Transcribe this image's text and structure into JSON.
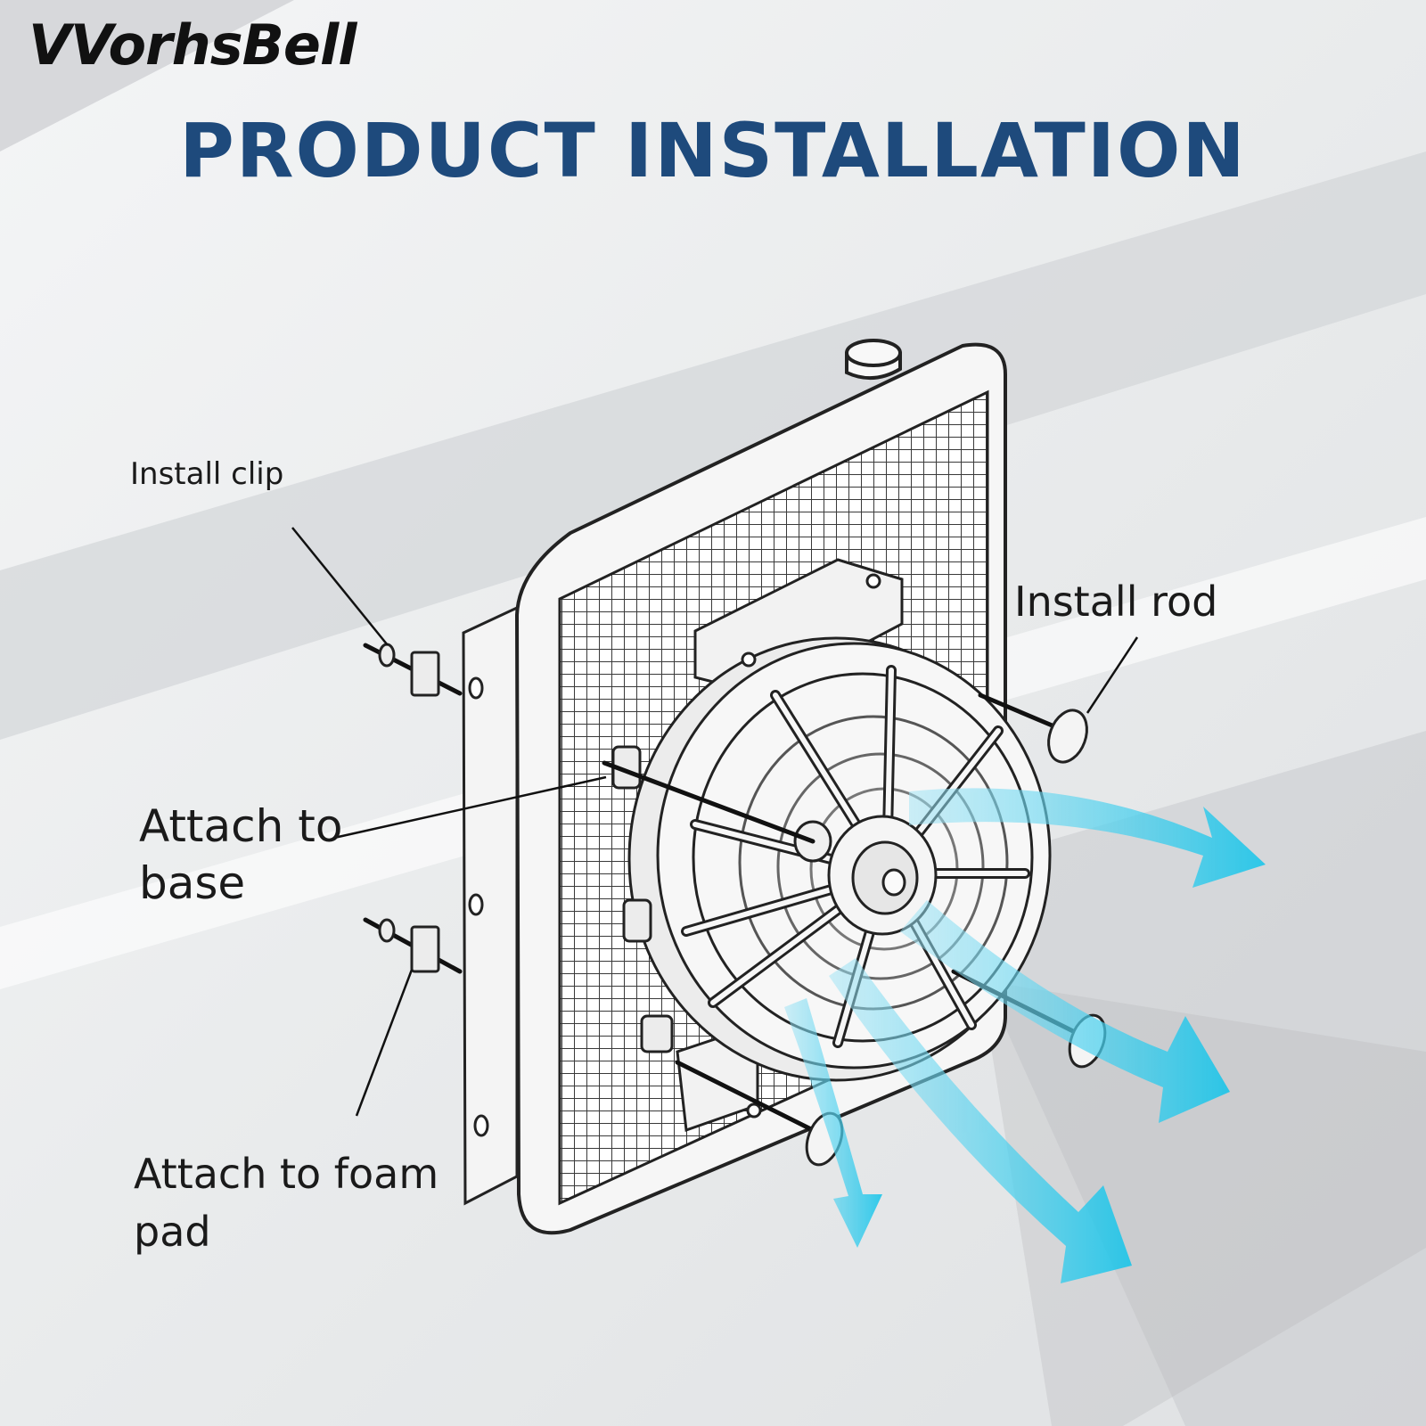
{
  "brand": {
    "logo_text": "VVorhsBell"
  },
  "header": {
    "title": "PRODUCT INSTALLATION"
  },
  "callouts": {
    "install_clip": "Install clip",
    "install_rod": "Install rod",
    "attach_to_base": "Attach to base",
    "attach_to_foam_pad": "Attach to foam pad"
  },
  "colors": {
    "title": "#1e4a7c",
    "airflow": "#1ec8ec",
    "line_art": "#222222",
    "background": "#eaecee"
  },
  "icons": {
    "airflow": "airflow-arrow-icon"
  }
}
